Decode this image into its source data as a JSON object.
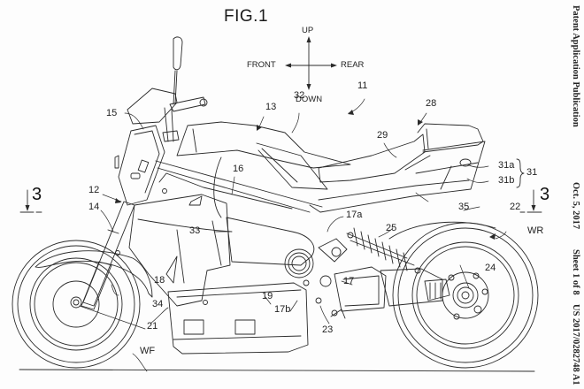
{
  "figure": {
    "title": "FIG.1",
    "directions": {
      "up": "UP",
      "down": "DOWN",
      "front": "FRONT",
      "rear": "REAR"
    },
    "section_markers": [
      "3",
      "3"
    ],
    "reference_labels": {
      "r11": "11",
      "r12": "12",
      "r13": "13",
      "r14": "14",
      "r15": "15",
      "r16": "16",
      "r17": "17",
      "r17a": "17a",
      "r17b": "17b",
      "r18": "18",
      "r19": "19",
      "r21": "21",
      "r22": "22",
      "r23": "23",
      "r24": "24",
      "r25": "25",
      "r28": "28",
      "r29": "29",
      "r31": "31",
      "r31a": "31a",
      "r31b": "31b",
      "r32": "32",
      "r33": "33",
      "r34": "34",
      "r35": "35",
      "wf": "WF",
      "wr": "WR"
    }
  },
  "header": {
    "publication_type": "Patent Application Publication",
    "date": "Oct. 5, 2017",
    "sheet": "Sheet 1 of 8",
    "number": "US 2017/0282748 A1"
  },
  "colors": {
    "line": "#2a2a2a",
    "paper": "#fdfdfd"
  }
}
